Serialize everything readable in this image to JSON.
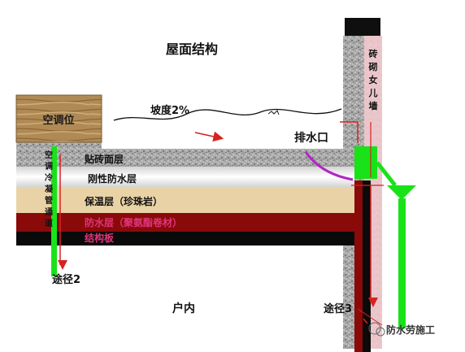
{
  "title": "屋面结构",
  "labels": {
    "ac_unit": "空调位",
    "slope": "坡度2%",
    "drain_outlet": "排水口",
    "parapet_wall": "砖砌女儿墙",
    "ac_pipe": "空调冷凝管通道",
    "route2": "途径2",
    "route3": "途径3",
    "indoor": "户内",
    "watermark": "防水劳施工"
  },
  "layers": [
    {
      "name": "贴砖面层",
      "color": "#111111"
    },
    {
      "name": "刚性防水层",
      "color": "#111111"
    },
    {
      "name": "保温层（珍珠岩）",
      "color": "#111111"
    },
    {
      "name": "防水层（聚氨酯卷材）",
      "color": "#e0357a"
    },
    {
      "name": "结构板",
      "color": "#e0357a"
    }
  ],
  "colors": {
    "waterproof": "#8a0a0a",
    "structure": "#0a0a0a",
    "insulation": "#e9d3a6",
    "arrow_green": "#19e219",
    "arrow_red": "#d82222",
    "drain_purple": "#b324c8"
  }
}
